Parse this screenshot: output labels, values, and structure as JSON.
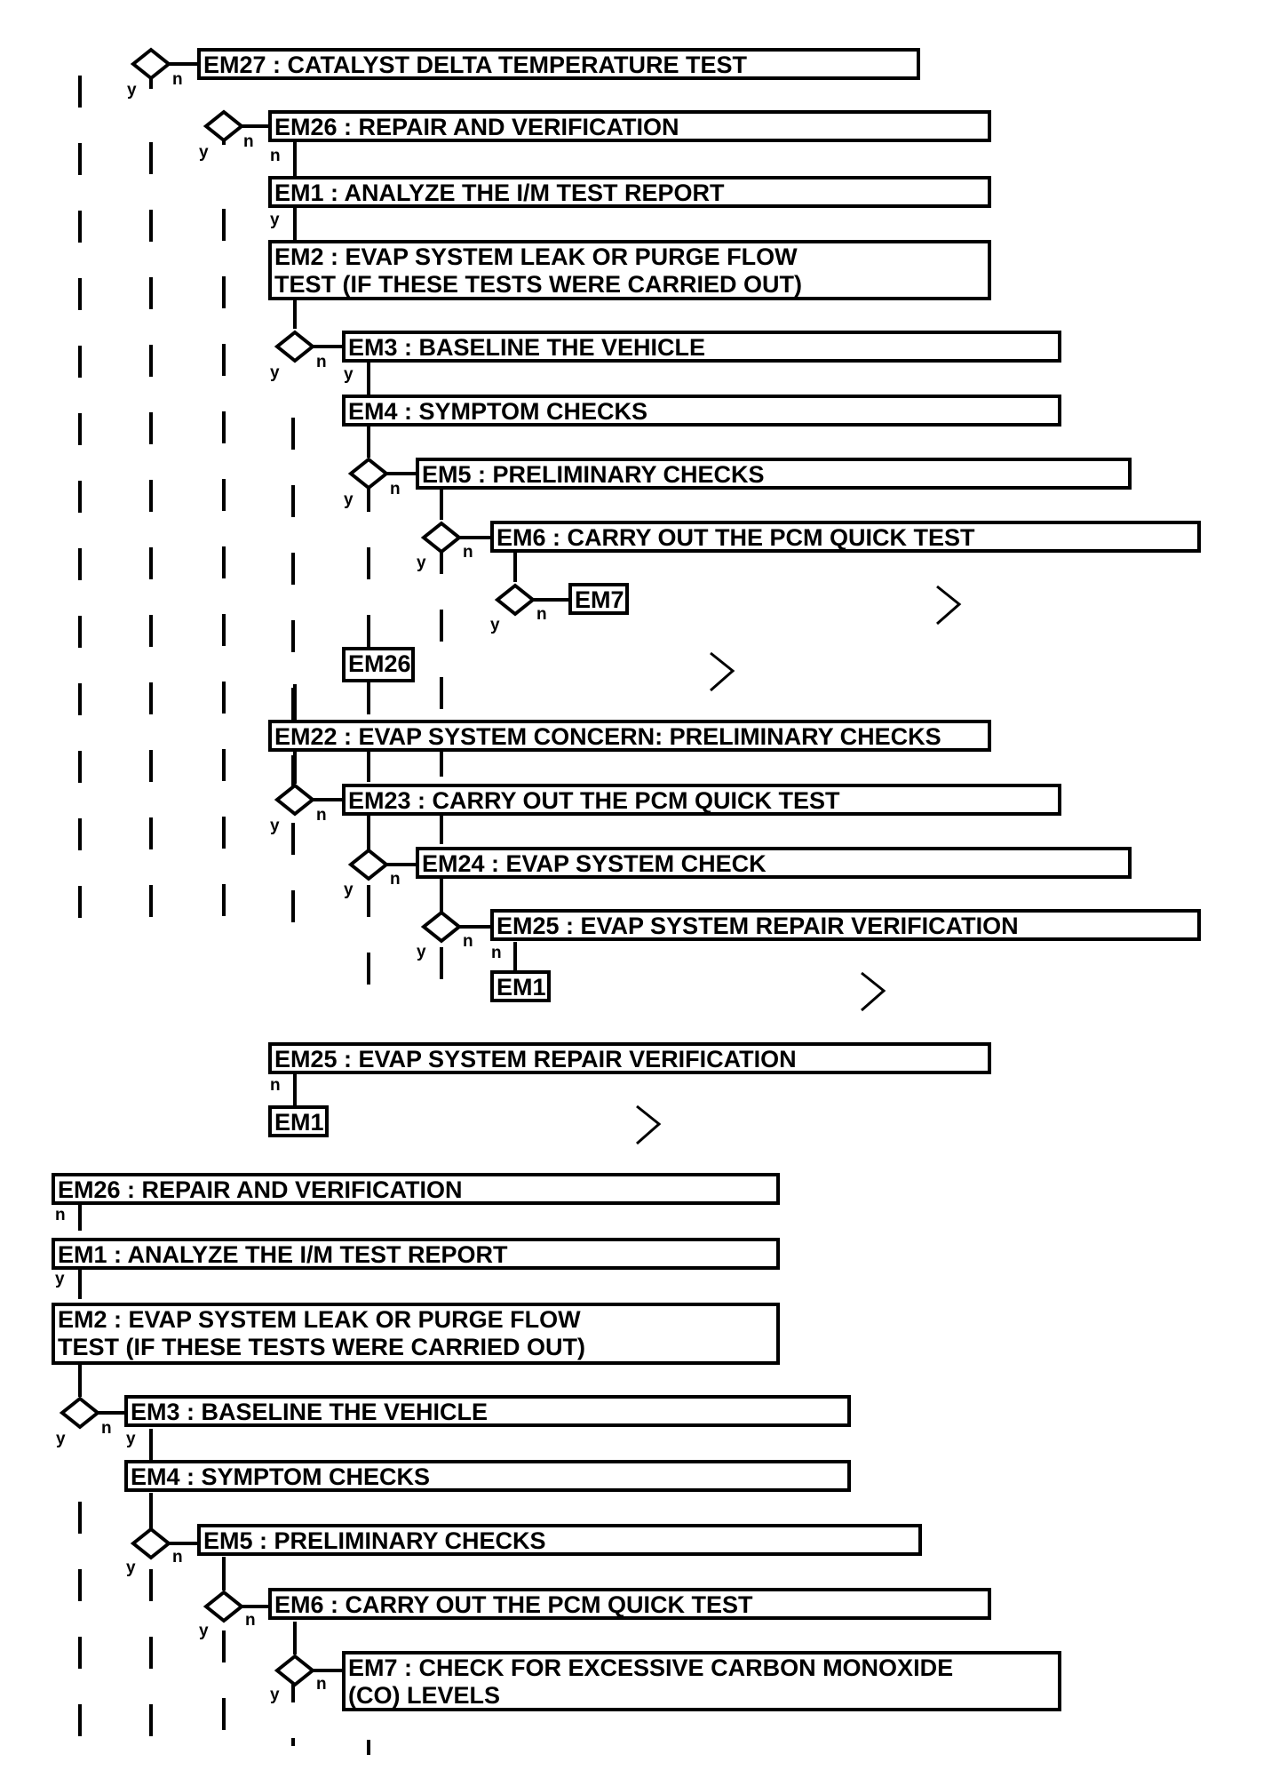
{
  "steps": {
    "em27_a": "EM27 : CATALYST DELTA TEMPERATURE TEST",
    "em26_a": "EM26 : REPAIR AND VERIFICATION",
    "em1_a": "EM1 : ANALYZE THE I/M TEST REPORT",
    "em2_a": "EM2 : EVAP SYSTEM LEAK OR PURGE FLOW TEST (IF THESE TESTS WERE CARRIED OUT)",
    "em3_a": "EM3 : BASELINE THE VEHICLE",
    "em4_a": "EM4 : SYMPTOM CHECKS",
    "em5_a": "EM5 : PRELIMINARY CHECKS",
    "em6_a": "EM6 : CARRY OUT THE PCM QUICK TEST",
    "em7_ref": "EM7",
    "em26_ref": "EM26",
    "em22": "EM22 : EVAP SYSTEM CONCERN: PRELIMINARY CHECKS",
    "em23": "EM23 : CARRY OUT THE PCM QUICK TEST",
    "em24": "EM24 : EVAP SYSTEM CHECK",
    "em25_a": "EM25 : EVAP SYSTEM REPAIR VERIFICATION",
    "em1_ref_a": "EM1",
    "em25_b": "EM25 : EVAP SYSTEM REPAIR VERIFICATION",
    "em1_ref_b": "EM1",
    "em26_b": "EM26 : REPAIR AND VERIFICATION",
    "em1_b": "EM1 : ANALYZE THE I/M TEST REPORT",
    "em2_b": "EM2 : EVAP SYSTEM LEAK OR PURGE FLOW TEST (IF THESE TESTS WERE CARRIED OUT)",
    "em3_b": "EM3 : BASELINE THE VEHICLE",
    "em4_b": "EM4 : SYMPTOM CHECKS",
    "em5_b": "EM5 : PRELIMINARY CHECKS",
    "em6_b": "EM6 : CARRY OUT THE PCM QUICK TEST",
    "em7_b": "EM7 : CHECK FOR EXCESSIVE CARBON MONOXIDE (CO) LEVELS"
  },
  "branch_labels": {
    "yes": "y",
    "no": "n"
  }
}
